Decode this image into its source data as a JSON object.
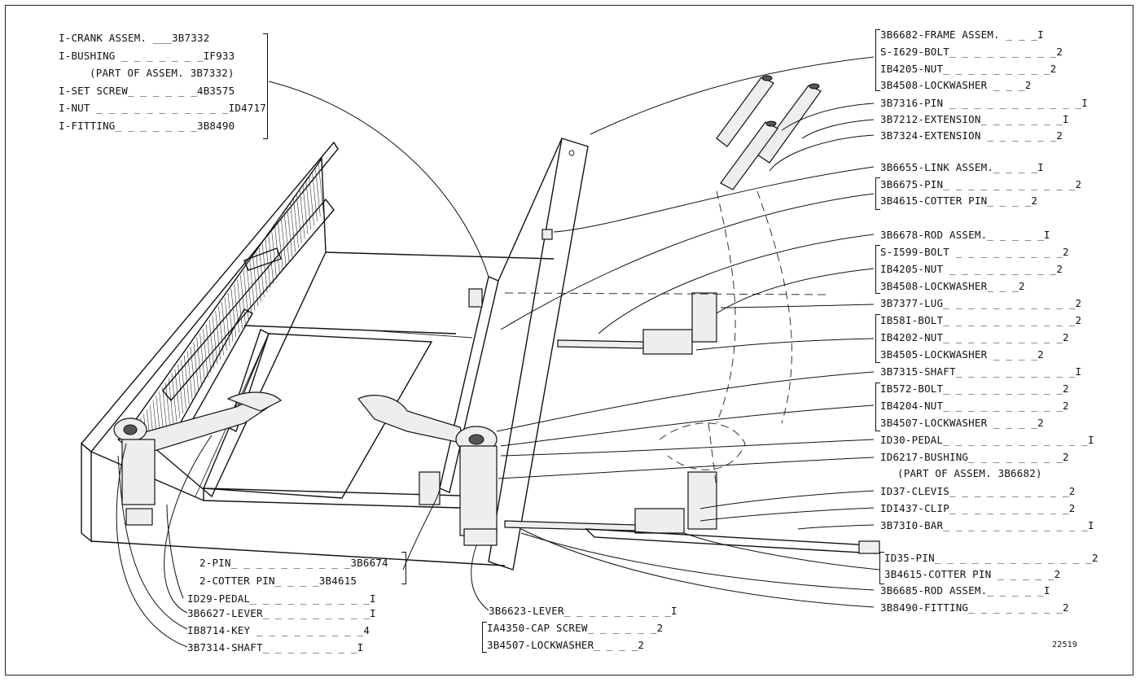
{
  "drawing_number": "22519",
  "labels": {
    "crank_group": [
      "I-CRANK ASSEM. ___3B7332",
      "I-BUSHING _ _ _ _ _ _ _IF933",
      "(PART OF ASSEM. 3B7332)",
      "I-SET SCREW_ _ _ _ _ _4B3575",
      "I-NUT _ _ _ _ _ _ _ _ _ _ _ID4717",
      "I-FITTING_ _ _ _ _ _ _3B8490"
    ],
    "frame_group": [
      "3B6682-FRAME ASSEM. _ _ _I",
      "S-I629-BOLT_ _ _ _ _ _ _ _ _2",
      "IB4205-NUT_ _ _ _ _ _ _ _ _2",
      "3B4508-LOCKWASHER _ _ _2"
    ],
    "pin_3b7316": "3B7316-PIN _ _ _ _ _ _ _ _ _ _ _I",
    "ext_3b7212": "3B7212-EXTENSION_ _ _ _ _ _ _I",
    "ext_3b7324": "3B7324-EXTENSION _ _ _ _ _ _2",
    "link_assem": "3B6655-LINK ASSEM._ _ _ _I",
    "link_group": [
      "3B6675-PIN_ _ _ _ _ _ _ _ _ _ _2",
      "3B4615-COTTER PIN_ _ _ _2"
    ],
    "rod_assem_3b6678": "3B6678-ROD ASSEM._ _ _ _ _I",
    "rod_group": [
      "S-I599-BOLT _ _ _ _ _ _ _ _ _2",
      "IB4205-NUT _ _ _ _ _ _ _ _ _2",
      "3B4508-LOCKWASHER_ _ _2"
    ],
    "lug": "3B7377-LUG_ _ _ _ _ _ _ _ _ _ _2",
    "bolt_group_1": [
      "IB58I-BOLT_ _ _ _ _ _ _ _ _ _ _2",
      "IB4202-NUT_ _ _ _ _ _ _ _ _ _2",
      "3B4505-LOCKWASHER _ _ _ _2"
    ],
    "shaft_3b7315": "3B7315-SHAFT_ _ _ _ _ _ _ _ _ _I",
    "bolt_group_2": [
      "IB572-BOLT_ _ _ _ _ _ _ _ _ _2",
      "IB4204-NUT_ _ _ _ _ _ _ _ _ _2",
      "3B4507-LOCKWASHER _ _ _ _2"
    ],
    "pedal_id30": "ID30-PEDAL_ _ _ _ _ _ _ _ _ _ _ _I",
    "bushing_id6217": "ID6217-BUSHING_ _ _ _ _ _ _ _2",
    "bushing_note": "(PART OF ASSEM. 3B6682)",
    "clevis": "ID37-CLEVIS_ _ _ _ _ _ _ _ _ _2",
    "clip": "IDI437-CLIP_ _ _ _ _ _ _ _ _ _2",
    "bar": "3B73I0-BAR_ _ _ _ _ _ _ _ _ _ _ _I",
    "pin_group": [
      "ID35-PIN_ _ _ _ _ _ _ _ _ _ _ _ _2",
      "3B4615-COTTER PIN _ _ _ _ _2"
    ],
    "rod_assem_3b6685": "3B6685-ROD ASSEM._ _ _ _ _I",
    "fitting_3b8490": "3B8490-FITTING_ _ _ _ _ _ _ _2",
    "pin_group_left": [
      "2-PIN_ _ _ _ _ _ _ _ _ _3B6674",
      "2-COTTER PIN_ _ _ _3B4615"
    ],
    "pedal_id29": "ID29-PEDAL_ _ _ _ _ _ _ _ _ _I",
    "lever_3b6627": "3B6627-LEVER_ _ _ _ _ _ _ _ _I",
    "key_ib8714": "IB8714-KEY _ _ _ _ _ _ _ _ _4",
    "shaft_3b7314": "3B7314-SHAFT_ _ _ _ _ _ _ _I",
    "lever_3b6623": "3B6623-LEVER_ _ _ _ _ _ _ _ _I",
    "capscrew_group": [
      "IA4350-CAP SCREW_ _ _ _ _ _2",
      "3B4507-LOCKWASHER_ _ _ _2"
    ]
  }
}
